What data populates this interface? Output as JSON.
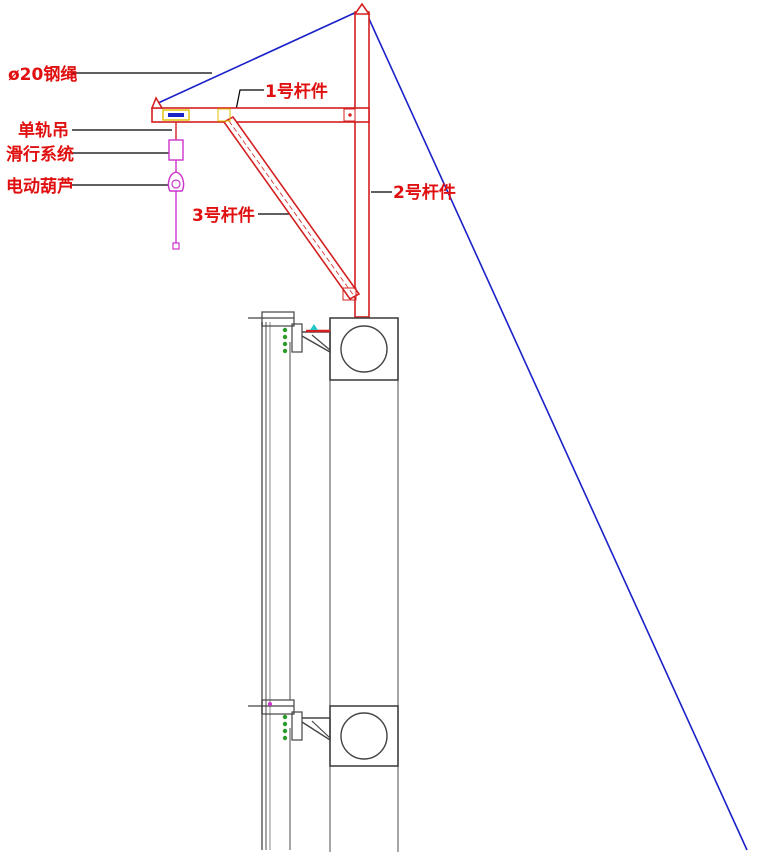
{
  "labels": {
    "steel_rope": "ø20钢绳",
    "member_1": "1号杆件",
    "single_rail_hoist": "单轨吊",
    "sliding_system": "滑行系统",
    "electric_hoist": "电动葫芦",
    "member_2": "2号杆件",
    "member_3": "3号杆件"
  },
  "colors": {
    "label_text": "#e01010",
    "leader_line": "#000000",
    "rope": "#1a22c8",
    "frame_outline": "#d42020",
    "hoist_line": "#cc33cc",
    "structure_line": "#6b6b6b",
    "bracket_line": "#444444",
    "accent_yellow": "#e0c000",
    "bolt_green": "#2a9a2a",
    "accent_cyan": "#22c8c8"
  }
}
